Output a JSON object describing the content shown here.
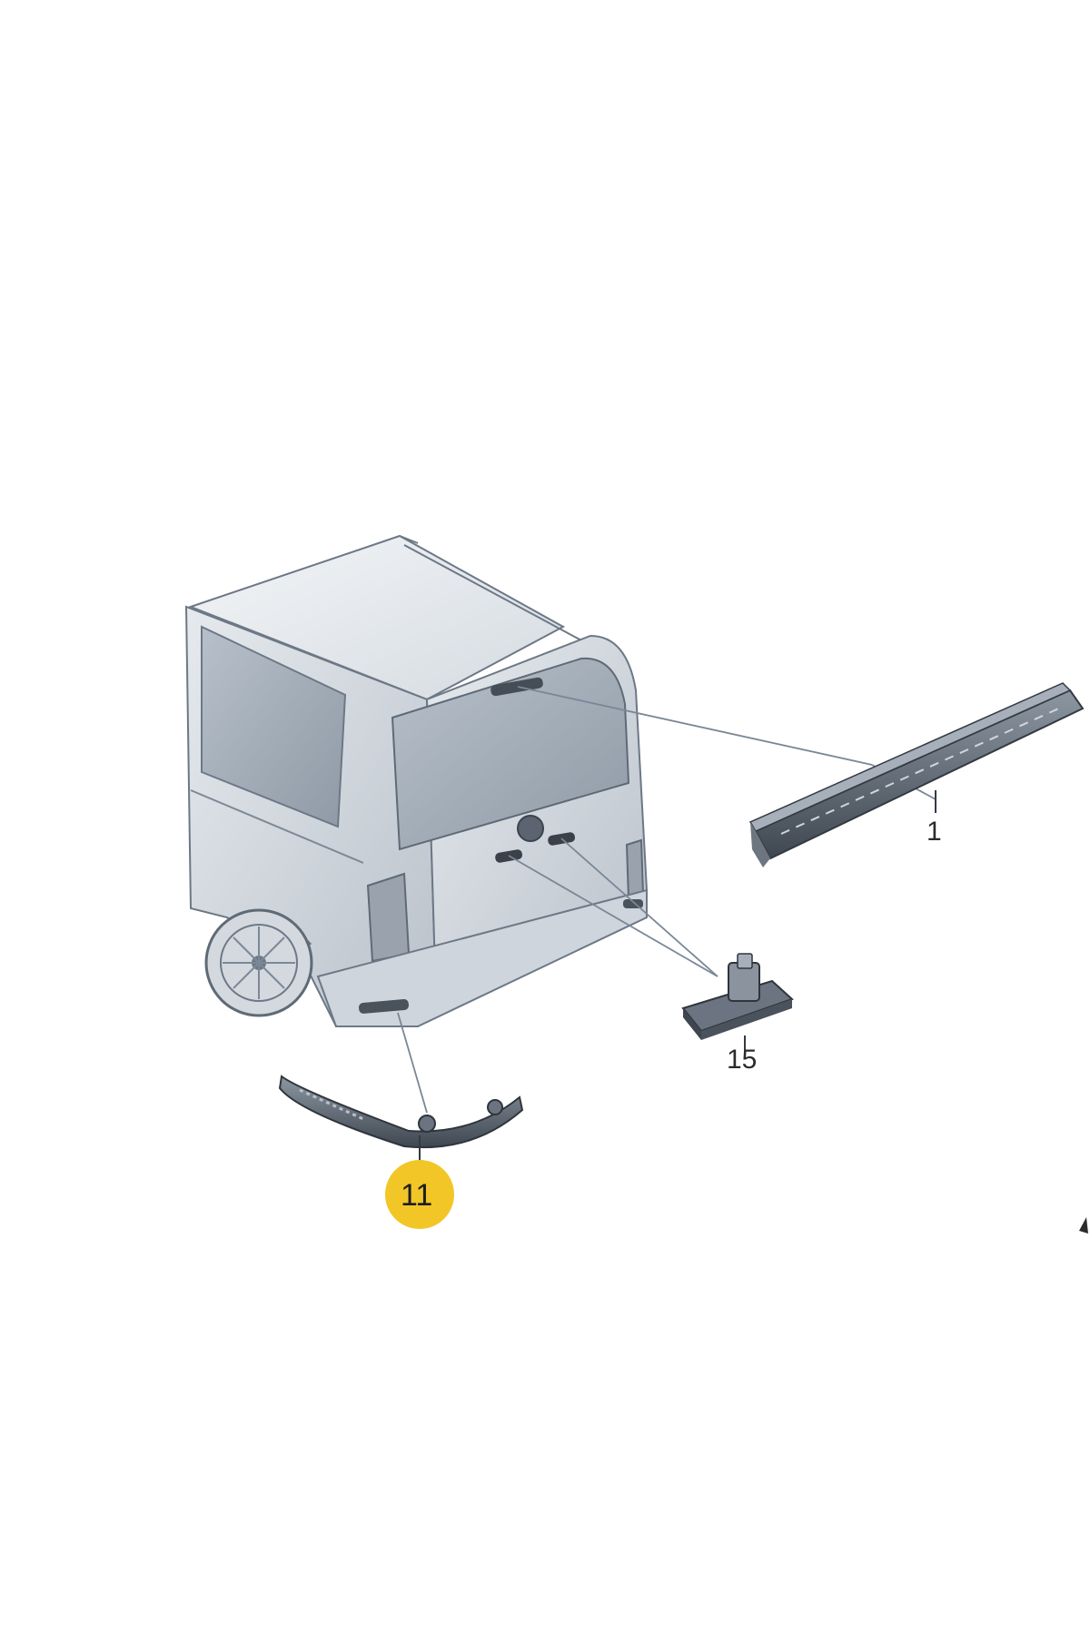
{
  "diagram": {
    "parts": [
      {
        "id": "1",
        "label": "1",
        "highlighted": false,
        "name_icon": "third-brake-light"
      },
      {
        "id": "15",
        "label": "15",
        "highlighted": false,
        "name_icon": "license-plate-light"
      },
      {
        "id": "11",
        "label": "11",
        "highlighted": true,
        "name_icon": "rear-bumper-reflector"
      }
    ],
    "highlight_color": "#F2C627",
    "line_color": "#7a8796",
    "body_color": "#c9d0d8"
  }
}
